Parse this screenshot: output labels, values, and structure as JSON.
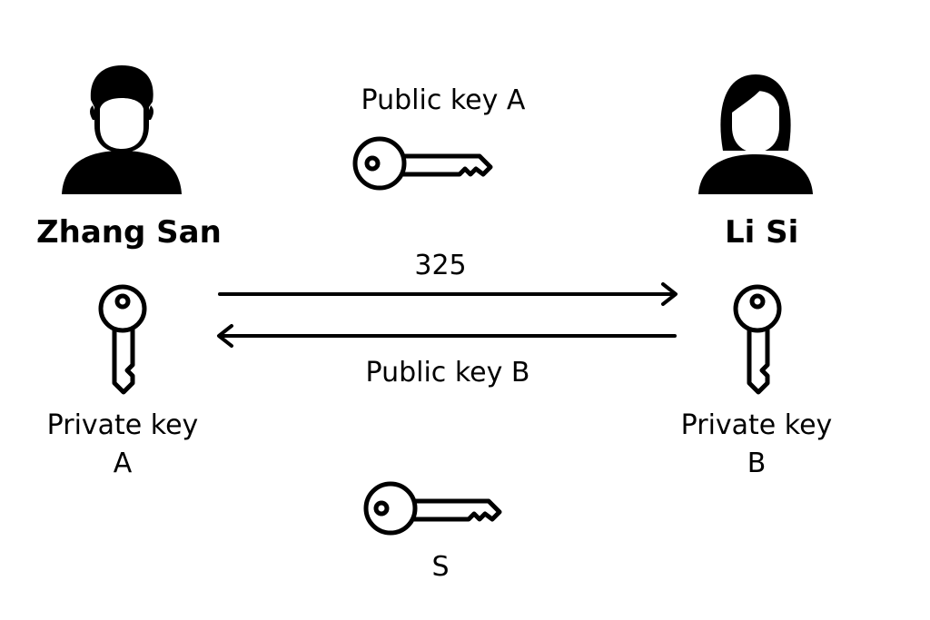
{
  "people": {
    "left": {
      "name": "Zhang San",
      "avatar_icon": "male-user-icon"
    },
    "right": {
      "name": "Li Si",
      "avatar_icon": "female-user-icon"
    }
  },
  "keys": {
    "public_key_a": "Public key A",
    "public_key_b": "Public key B",
    "private_key_a": {
      "line1": "Private key",
      "line2": "A"
    },
    "private_key_b": {
      "line1": "Private key",
      "line2": "B"
    },
    "shared_secret": "S"
  },
  "messages": {
    "right_arrow_label": "325"
  },
  "colors": {
    "ink": "#000000",
    "background": "#ffffff"
  }
}
